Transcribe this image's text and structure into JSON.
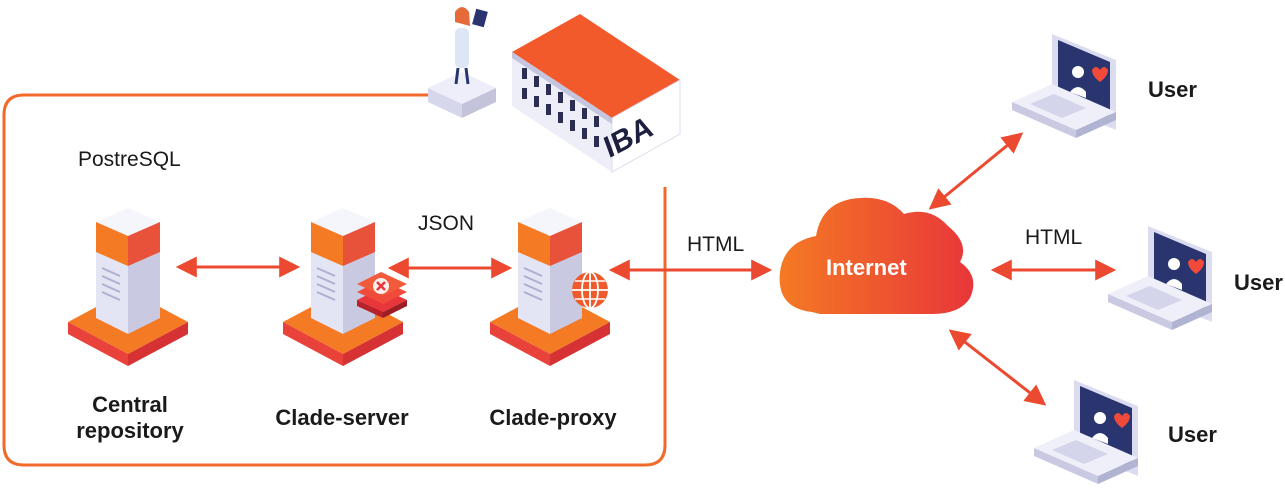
{
  "labels": {
    "postgres": "PostreSQL",
    "json": "JSON",
    "html_left": "HTML",
    "html_right": "HTML",
    "internet": "Internet",
    "building": "IBA"
  },
  "nodes": {
    "central_repository": "Central\nrepository",
    "clade_server": "Clade-server",
    "clade_proxy": "Clade-proxy"
  },
  "users": [
    "User",
    "User",
    "User"
  ],
  "colors": {
    "accent": "#f25a2c",
    "accent_dark": "#e0362a",
    "server_body": "#e6e6f5",
    "server_shadow": "#c7c8e0",
    "laptop_screen": "#2a3570"
  }
}
